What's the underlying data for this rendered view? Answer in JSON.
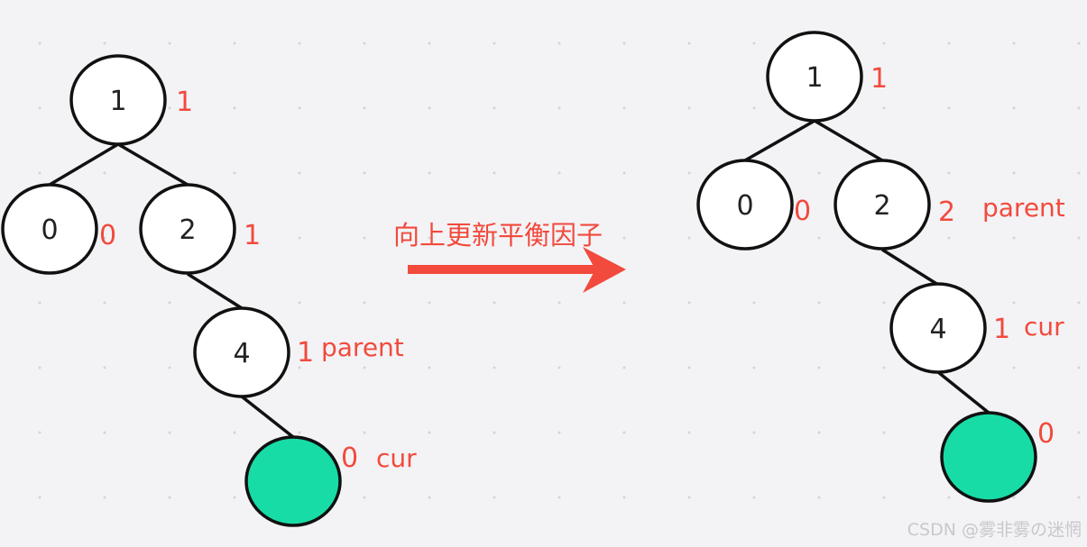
{
  "caption": "向上更新平衡因子",
  "watermark": "CSDN @雾非雾の迷惘",
  "colors": {
    "edge": "#111111",
    "node_fill": "#ffffff",
    "highlight_fill": "#18dca6",
    "accent": "#f24a3c"
  },
  "before": {
    "nodes": [
      {
        "id": "n1",
        "key": "1",
        "bf": "1"
      },
      {
        "id": "n0",
        "key": "0",
        "bf": "0"
      },
      {
        "id": "n2",
        "key": "2",
        "bf": "1"
      },
      {
        "id": "n4",
        "key": "4",
        "bf": "1",
        "tag": "parent"
      },
      {
        "id": "nNew",
        "key": "",
        "bf": "0",
        "tag": "cur"
      }
    ],
    "edges": [
      [
        "n1",
        "n0"
      ],
      [
        "n1",
        "n2"
      ],
      [
        "n2",
        "n4"
      ],
      [
        "n4",
        "nNew"
      ]
    ]
  },
  "after": {
    "nodes": [
      {
        "id": "n1",
        "key": "1",
        "bf": "1"
      },
      {
        "id": "n0",
        "key": "0",
        "bf": "0"
      },
      {
        "id": "n2",
        "key": "2",
        "bf": "2",
        "tag": "parent"
      },
      {
        "id": "n4",
        "key": "4",
        "bf": "1",
        "tag": "cur"
      },
      {
        "id": "nNew",
        "key": "",
        "bf": "0"
      }
    ],
    "edges": [
      [
        "n1",
        "n0"
      ],
      [
        "n1",
        "n2"
      ],
      [
        "n2",
        "n4"
      ],
      [
        "n4",
        "nNew"
      ]
    ]
  }
}
